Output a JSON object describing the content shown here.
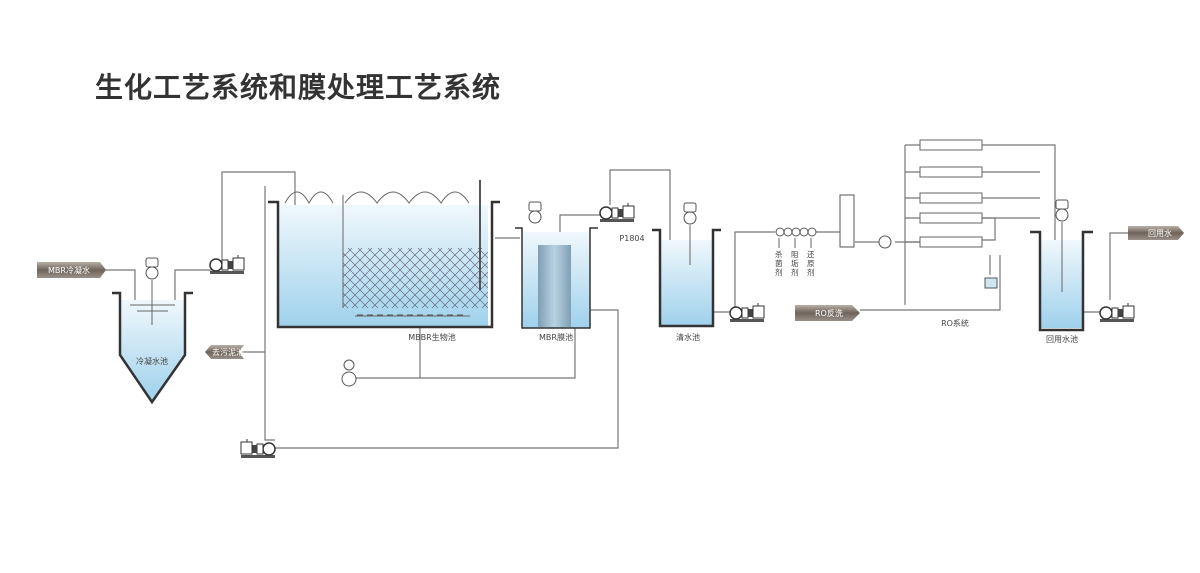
{
  "title": "生化工艺系统和膜处理工艺系统",
  "colors": {
    "pipe": "#777777",
    "tank_wall": "#333333",
    "water_top": "#eaf5fb",
    "water_bottom": "#a9d6ee",
    "tag_fill": "#7a6e64"
  },
  "tanks": {
    "condensate": "冷凝水池",
    "mbbr": "MBBR生物池",
    "mbr": "MBR膜池",
    "clear": "清水池",
    "reuse": "回用水池"
  },
  "tags": {
    "mbr_condensate": "MBR冷凝水",
    "sludge": "去污泥池",
    "ro_backwash": "RO反洗",
    "reuse_water": "回用水"
  },
  "pump_label": "P1804",
  "ro_system_label": "RO系统",
  "dosing": [
    "杀菌剂",
    "阻垢剂",
    "还原剂"
  ],
  "ro_membranes": 5
}
